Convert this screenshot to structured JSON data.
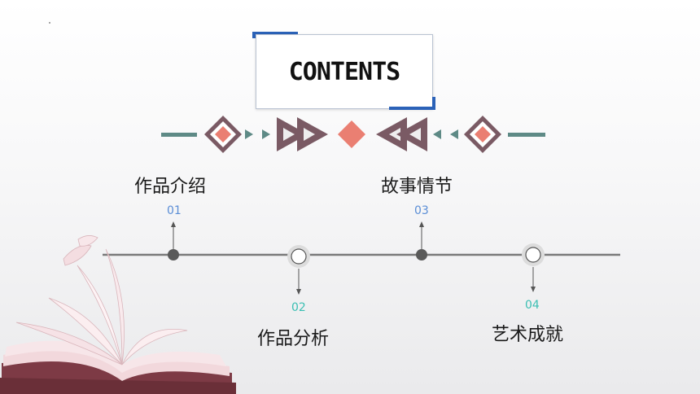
{
  "title": "CONTENTS",
  "items": [
    {
      "number": "01",
      "label": "作品介绍"
    },
    {
      "number": "02",
      "label": "作品分析"
    },
    {
      "number": "03",
      "label": "故事情节"
    },
    {
      "number": "04",
      "label": "艺术成就"
    }
  ],
  "colors": {
    "accent_blue": "#2b62b8",
    "mauve": "#7a5a64",
    "teal": "#5e8a86",
    "coral": "#ea7f72",
    "number_blue": "#5b8ed6",
    "number_teal": "#3bbfb3",
    "line_gray": "#7a7a7a"
  },
  "icons": [
    "diamond-ornament-icon",
    "double-triangle-arrow-icon",
    "open-book-icon",
    "timeline-node-icon"
  ]
}
